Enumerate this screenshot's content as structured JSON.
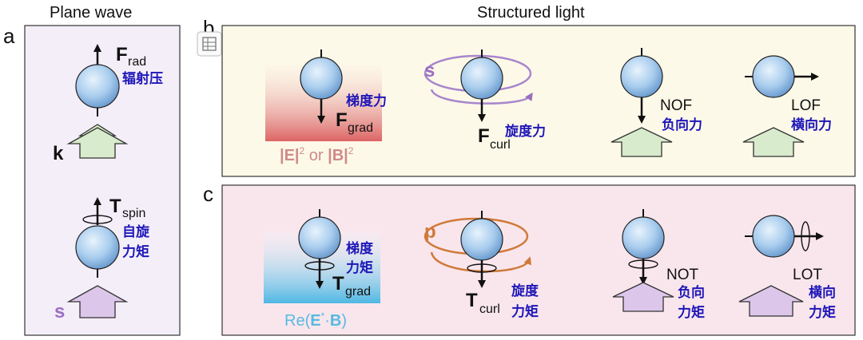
{
  "headers": {
    "plane": "Plane wave",
    "structured": "Structured light"
  },
  "panel_labels": {
    "a": "a",
    "b": "b",
    "c": "c"
  },
  "panel_a": {
    "force": {
      "sym": "F",
      "sub": "rad",
      "cn": "辐射压"
    },
    "k": "k",
    "torque": {
      "sym": "T",
      "sub": "spin",
      "cn1": "自旋",
      "cn2": "力矩"
    },
    "s": "s"
  },
  "panel_b": {
    "grad": {
      "cn": "梯度力",
      "sym": "F",
      "sub": "grad",
      "formula_a": "|E|",
      "sup_a": "2",
      "or": " or ",
      "formula_b": "|B|",
      "sup_b": "2"
    },
    "curl": {
      "s": "s",
      "sym": "F",
      "sub": "curl",
      "cn": "旋度力"
    },
    "nof": {
      "en": "NOF",
      "cn": "负向力"
    },
    "lof": {
      "en": "LOF",
      "cn": "横向力"
    }
  },
  "panel_c": {
    "grad": {
      "cn1": "梯度",
      "cn2": "力矩",
      "sym": "T",
      "sub": "grad",
      "re": "Re(",
      "E": "E",
      "star": "*",
      "dot": "·",
      "B": "B",
      "close": ")"
    },
    "curl": {
      "p": "p",
      "sym": "T",
      "sub": "curl",
      "cn1": "旋度",
      "cn2": "力矩"
    },
    "not": {
      "en": "NOT",
      "cn1": "负向",
      "cn2": "力矩"
    },
    "lot": {
      "en": "LOT",
      "cn1": "横向",
      "cn2": "力矩"
    }
  }
}
